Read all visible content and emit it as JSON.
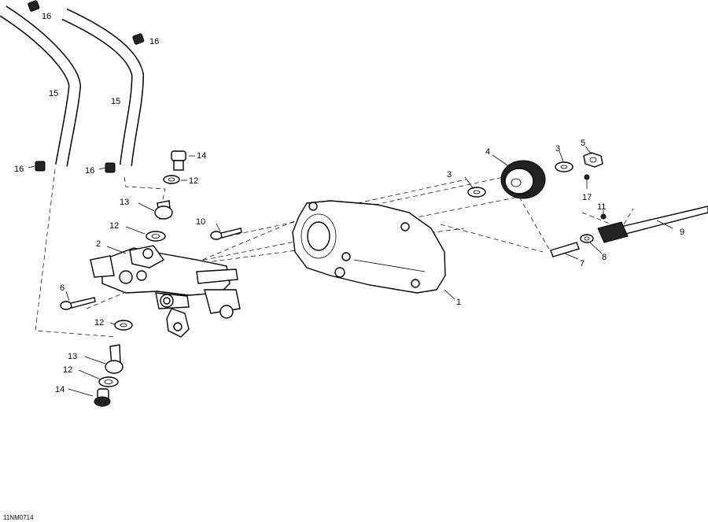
{
  "figure_code": "11NM0714",
  "callouts": {
    "c1": "1",
    "c2": "2",
    "c3a": "3",
    "c3b": "3",
    "c4": "4",
    "c5": "5",
    "c6": "6",
    "c7": "7",
    "c8": "8",
    "c9": "9",
    "c10": "10",
    "c11": "11",
    "c12a": "12",
    "c12b": "12",
    "c12c": "12",
    "c12d": "12",
    "c13a": "13",
    "c13b": "13",
    "c14a": "14",
    "c14b": "14",
    "c15a": "15",
    "c15b": "15",
    "c16a": "16",
    "c16b": "16",
    "c16c": "16",
    "c16d": "16",
    "c17": "17"
  }
}
